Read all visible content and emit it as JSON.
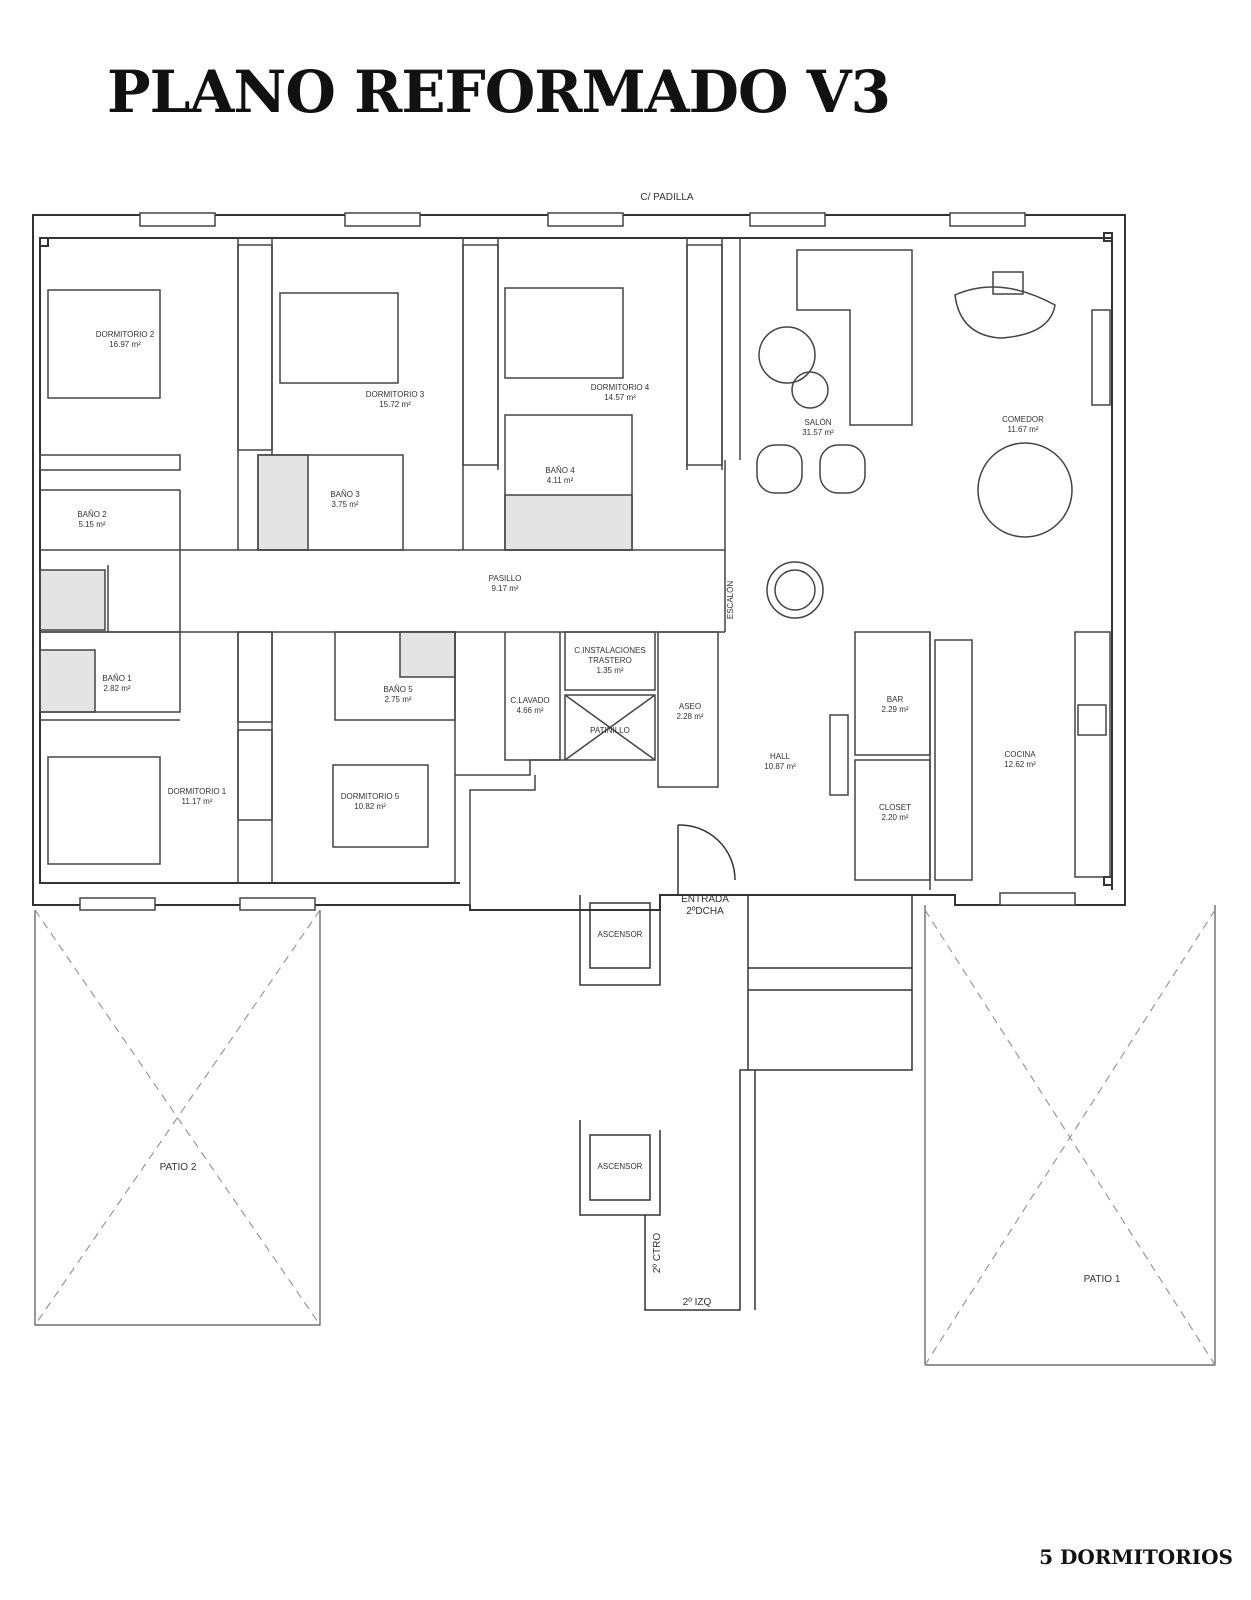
{
  "title": "PLANO REFORMADO V3",
  "footer": "5 DORMITORIOS",
  "street": "C/ PADILLA",
  "rooms": {
    "dormitorio2": {
      "name": "DORMITORIO 2",
      "area": "16.97 m²"
    },
    "dormitorio3": {
      "name": "DORMITORIO 3",
      "area": "15.72 m²"
    },
    "dormitorio4": {
      "name": "DORMITORIO 4",
      "area": "14.57 m²"
    },
    "salon": {
      "name": "SALÓN",
      "area": "31.57 m²"
    },
    "comedor": {
      "name": "COMEDOR",
      "area": "11.67 m²"
    },
    "bano2": {
      "name": "BAÑO 2",
      "area": "5.15 m²"
    },
    "bano3": {
      "name": "BAÑO 3",
      "area": "3.75 m²"
    },
    "bano4": {
      "name": "BAÑO 4",
      "area": "4.11 m²"
    },
    "pasillo": {
      "name": "PASILLO",
      "area": "9.17 m²"
    },
    "bano1": {
      "name": "BAÑO 1",
      "area": "2.82 m²"
    },
    "bano5": {
      "name": "BAÑO 5",
      "area": "2.75 m²"
    },
    "clavado": {
      "name": "C.LAVADO",
      "area": "4.66 m²"
    },
    "cinstalaciones": {
      "name": "C.INSTALACIONES",
      "sub": "TRASTERO",
      "area": "1.35 m²"
    },
    "aseo": {
      "name": "ASEO",
      "area": "2.28 m²"
    },
    "bar": {
      "name": "BAR",
      "area": "2.29 m²"
    },
    "cocina": {
      "name": "COCINA",
      "area": "12.62 m²"
    },
    "hall": {
      "name": "HALL",
      "area": "10.87 m²"
    },
    "closet": {
      "name": "CLOSET",
      "area": "2.20 m²"
    },
    "dormitorio1": {
      "name": "DORMITORIO 1",
      "area": "11.17 m²"
    },
    "dormitorio5": {
      "name": "DORMITORIO 5",
      "area": "10.82 m²"
    },
    "patinillo": {
      "name": "PATINILLO"
    }
  },
  "labels": {
    "escalon": "ESCALÓN",
    "entrada1": "ENTRADA",
    "entrada2": "2ºDCHA",
    "ascensor1": "ASCENSOR",
    "ascensor2": "ASCENSOR",
    "ctro": "2º CTRO",
    "izq": "2º IZQ",
    "patio2": "PATIO 2",
    "patio1": "PATIO 1"
  }
}
